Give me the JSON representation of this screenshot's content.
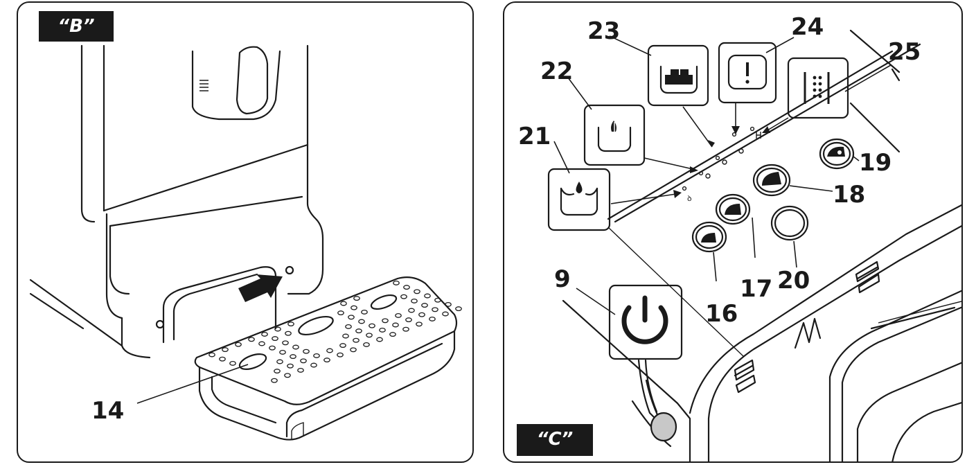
{
  "panels": {
    "b": {
      "tag": "“B”",
      "callouts": [
        "14"
      ]
    },
    "c": {
      "tag": "“C”",
      "callouts": [
        "23",
        "24",
        "25",
        "22",
        "21",
        "19",
        "18",
        "20",
        "17",
        "16",
        "9"
      ]
    }
  },
  "icons": {
    "b": [
      "drip-tray-icon",
      "insert-arrow-icon",
      "machine-body-icon",
      "nozzle-icon"
    ],
    "c": [
      "water-tank-icon",
      "grounds-container-icon",
      "coffee-container-icon",
      "alarm-icon",
      "descale-icon",
      "power-icon",
      "espresso-button-icon",
      "coffee-button-icon",
      "long-coffee-button-icon",
      "hot-water-button-icon",
      "steam-button-icon"
    ]
  },
  "colors": {
    "ink": "#1a1a1a",
    "paper": "#ffffff",
    "indicator": "#c8c8c8"
  }
}
